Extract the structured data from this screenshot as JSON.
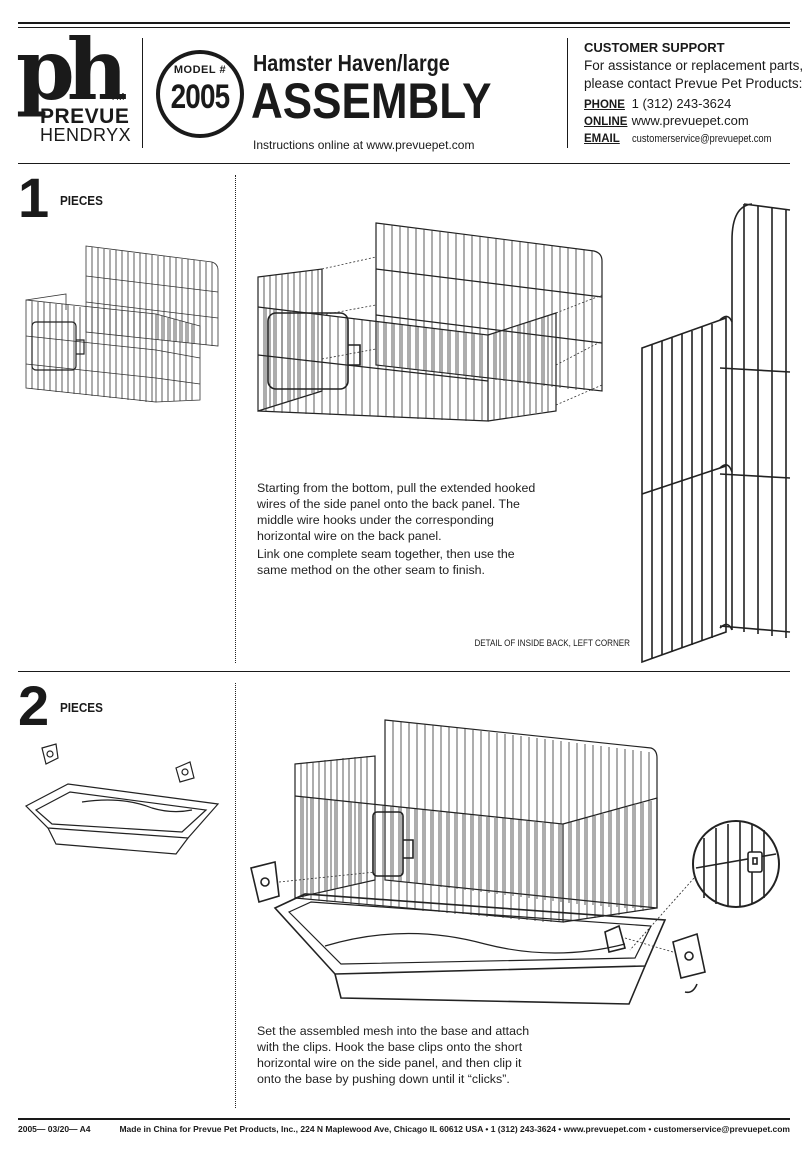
{
  "brand": {
    "logo_mark": "ph",
    "tm": "TM",
    "name_top": "PREVUE",
    "name_bottom": "HENDRYX"
  },
  "model": {
    "label": "MODEL #",
    "number": "2005"
  },
  "header": {
    "product": "Hamster Haven/large",
    "title": "ASSEMBLY",
    "online_note": "Instructions online at www.prevuepet.com"
  },
  "support": {
    "title": "CUSTOMER SUPPORT",
    "line1": "For assistance or replacement parts,",
    "line2": "please contact Prevue Pet Products:",
    "phone_label": "PHONE",
    "phone": "1 (312) 243-3624",
    "online_label": "ONLINE",
    "online": "www.prevuepet.com",
    "email_label": "EMAIL",
    "email": "customerservice@prevuepet.com"
  },
  "step1": {
    "number": "1",
    "label": "PIECES",
    "text_p1": "Starting from the bottom, pull the extended hooked wires of the side panel onto the back panel. The middle wire hooks under the corresponding horizontal wire on the back panel.",
    "text_p2": "Link one complete seam together, then use the same method on the other seam to finish.",
    "detail_caption": "DETAIL OF INSIDE BACK, LEFT CORNER"
  },
  "step2": {
    "number": "2",
    "label": "PIECES",
    "text": "Set the assembled mesh into the base and attach with the clips. Hook the base clips onto the short horizontal wire on the side panel, and then clip it onto the base by pushing down until it “clicks”."
  },
  "footer": {
    "code": "2005— 03/20— A4",
    "made_in": "Made in China for Prevue Pet Products, Inc., 224 N Maplewood Ave, Chicago IL  60612  USA • 1 (312) 243-3624 • www.prevuepet.com • customerservice@prevuepet.com"
  }
}
